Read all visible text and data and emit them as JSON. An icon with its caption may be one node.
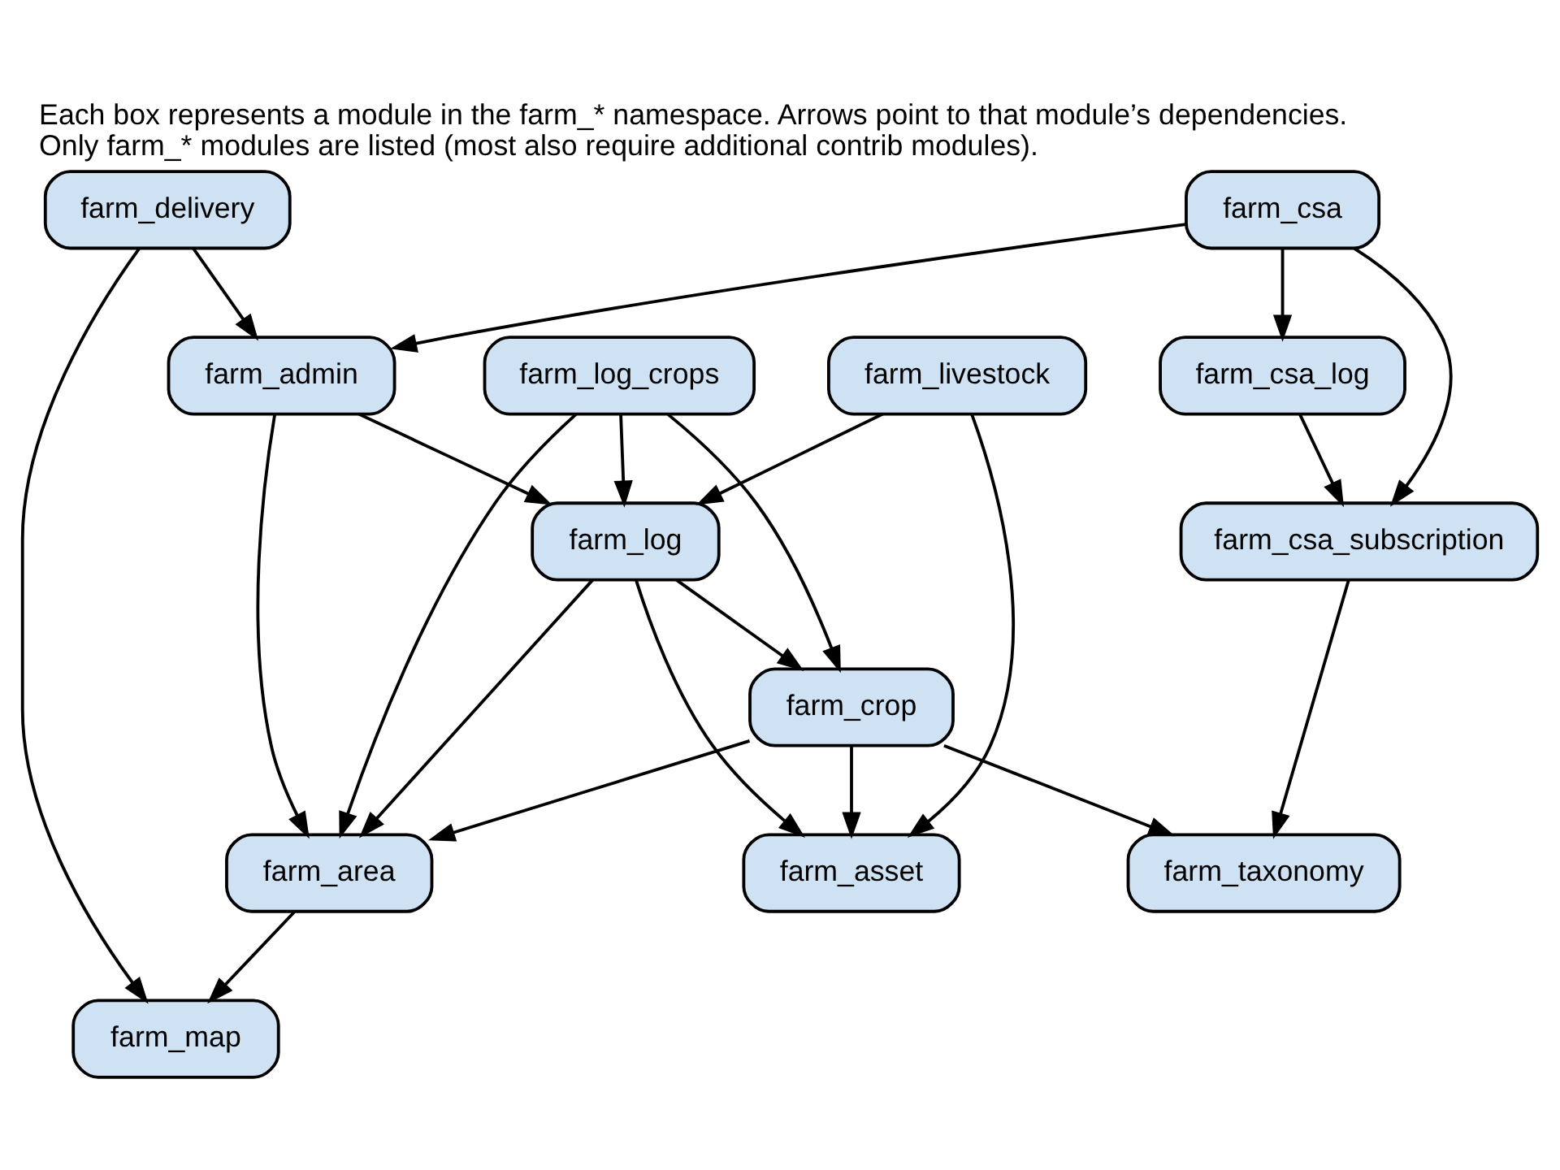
{
  "diagram": {
    "title": "Each box represents a module in the farm_* namespace. Arrows point to that module’s dependencies. Only farm_* modules are listed (most also require additional contrib modules).",
    "nodes": [
      {
        "text": [
          "farm_csa"
        ]
      },
      {
        "text": [
          "farm_csa_log"
        ]
      },
      {
        "text": [
          "farm_csa_subscription"
        ]
      },
      {
        "text": [
          "farm_admin"
        ]
      },
      {
        "text": [
          "farm_log"
        ]
      },
      {
        "text": [
          "farm_log_crops"
        ]
      },
      {
        "text": [
          "farm_delivery"
        ]
      },
      {
        "text": [
          "farm_livestock"
        ]
      },
      {
        "text": [
          "farm_area"
        ]
      },
      {
        "text": [
          "farm_crop"
        ]
      },
      {
        "text": [
          "farm_map"
        ]
      },
      {
        "text": [
          "farm_asset"
        ]
      },
      {
        "text": [
          "farm_taxonomy"
        ]
      }
    ],
    "edges": [
      {
        "from": 0,
        "to": 1,
        "arrow": "to"
      },
      {
        "from": 0,
        "to": 2,
        "arrow": "to"
      },
      {
        "from": 1,
        "to": 2,
        "arrow": "to"
      },
      {
        "from": 0,
        "to": 3,
        "arrow": "to"
      },
      {
        "from": 2,
        "to": 12,
        "arrow": "to"
      },
      {
        "from": 3,
        "to": 4,
        "arrow": "to"
      },
      {
        "from": 3,
        "to": 8,
        "arrow": "to"
      },
      {
        "from": 6,
        "to": 3,
        "arrow": "to"
      },
      {
        "from": 6,
        "to": 10,
        "arrow": "to"
      },
      {
        "from": 4,
        "to": 8,
        "arrow": "to"
      },
      {
        "from": 4,
        "to": 9,
        "arrow": "to"
      },
      {
        "from": 4,
        "to": 11,
        "arrow": "to"
      },
      {
        "from": 5,
        "to": 4,
        "arrow": "to"
      },
      {
        "from": 5,
        "to": 8,
        "arrow": "to"
      },
      {
        "from": 5,
        "to": 9,
        "arrow": "to"
      },
      {
        "from": 7,
        "to": 4,
        "arrow": "to"
      },
      {
        "from": 7,
        "to": 11,
        "arrow": "to"
      },
      {
        "from": 9,
        "to": 8,
        "arrow": "to"
      },
      {
        "from": 9,
        "to": 11,
        "arrow": "to"
      },
      {
        "from": 9,
        "to": 12,
        "arrow": "to"
      },
      {
        "from": 8,
        "to": 10,
        "arrow": "to"
      }
    ]
  }
}
